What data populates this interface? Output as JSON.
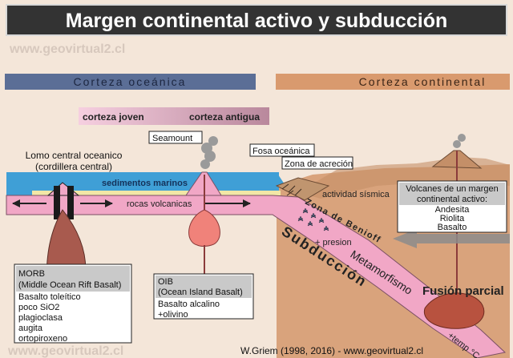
{
  "title": "Margen continental activo y subducción",
  "watermark_top": "www.geovirtual2.cl",
  "watermark_bottom": "www.geovirtual2.cl",
  "credit": "W.Griem (1998, 2016) - www.geovirtual2.cl",
  "bands": {
    "oceanic": "Corteza oceánica",
    "continental": "Corteza continental"
  },
  "crust_age": {
    "young": "corteza joven",
    "old": "corteza antigua"
  },
  "labels": {
    "ridge_line1": "Lomo central oceanico",
    "ridge_line2": "(cordillera central)",
    "sediments": "sedimentos marinos",
    "volcanic_rocks": "rocas volcanicas",
    "seamount": "Seamount",
    "trench": "Fosa oceánica",
    "accretion": "Zona de acreción",
    "seismic": "actividad sísmica",
    "benioff": "Zona de Benioff",
    "pressure": "+ presion",
    "subduction": "Subducción",
    "metamorphism": "Metamorfismo",
    "partial_melting": "Fusión parcial",
    "temperature": "+temp °C"
  },
  "morb_box": {
    "header_line1": "MORB",
    "header_line2": "(Middle Ocean Rift Basalt)",
    "items": [
      "Basalto toleítico",
      "poco SiO2",
      "plagioclasa",
      "augita",
      "ortopiroxeno"
    ]
  },
  "oib_box": {
    "header_line1": "OIB",
    "header_line2": "(Ocean Island Basalt)",
    "items": [
      "Basalto alcalino",
      "+olivino"
    ]
  },
  "volcanoes_box": {
    "header_line1": "Volcanes de un margen",
    "header_line2": "continental activo:",
    "items": [
      "Andesita",
      "Riolita",
      "Basalto"
    ]
  },
  "colors": {
    "oceanic_band": "#5b6e96",
    "continental_band": "#d99a6e",
    "sea": "#3f9fd6",
    "oceanic_crust": "#f1a7c6",
    "mantle": "#d9a37c",
    "magma": "#a85a4e",
    "title_bg": "#333333"
  }
}
